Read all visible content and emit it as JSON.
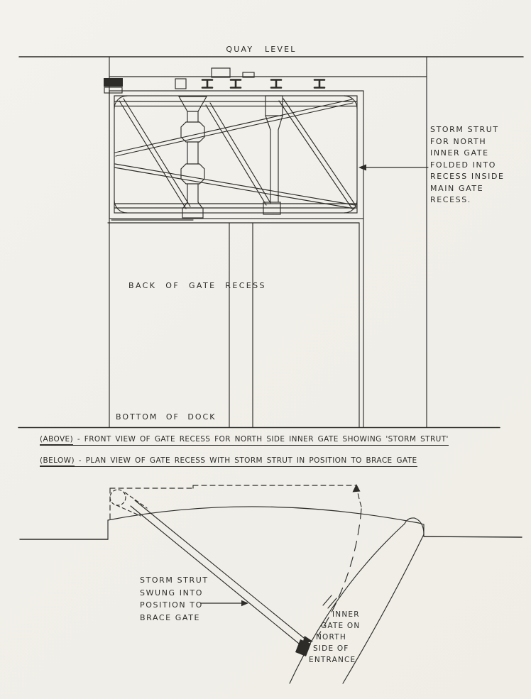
{
  "colors": {
    "paper": "#f1efe9",
    "ink": "#2d2c29"
  },
  "front_view": {
    "quay_label": "QUAY LEVEL",
    "strut_annotation": "STORM STRUT\nFOR NORTH\nINNER GATE\nFOLDED INTO\nRECESS INSIDE\nMAIN GATE\nRECESS.",
    "back_of_recess_label": "BACK OF GATE RECESS",
    "bottom_of_dock_label": "BOTTOM OF DOCK"
  },
  "captions": {
    "above_tag": "(ABOVE)",
    "above_text": "- FRONT VIEW OF GATE RECESS FOR NORTH SIDE INNER GATE SHOWING 'STORM STRUT'",
    "below_tag": "(BELOW)",
    "below_text": "- PLAN VIEW OF GATE RECESS WITH STORM STRUT IN POSITION TO BRACE GATE"
  },
  "plan_view": {
    "strut_label": "STORM STRUT\nSWUNG INTO\nPOSITION TO\nBRACE GATE",
    "gate_label_lines": [
      "INNER",
      "GATE ON",
      "NORTH",
      "SIDE OF",
      "ENTRANCE"
    ]
  }
}
